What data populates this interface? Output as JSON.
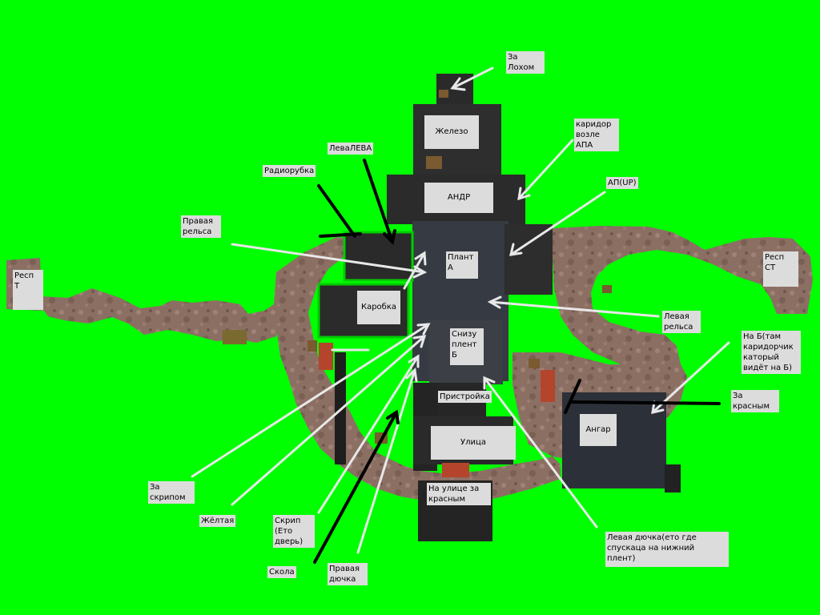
{
  "labels": {
    "za_lohom": "За\nЛохом",
    "zhelezo": "Железо",
    "karidor_vozle_apa": "каридор\nвозле\nАПА",
    "levaleva": "ЛеваЛЕВА",
    "radiorubka": "Радиорубка",
    "andr": "АНДР",
    "ap_up": "АП(UP)",
    "pravaya_relsa": "Правая\nрельса",
    "plant_a": "Плант\nА",
    "resp_st": "Респ\nСТ",
    "resp_t": "Респ\nТ",
    "karobka": "Каробка",
    "levaya_relsa": "Левая\nрельса",
    "snizu_plent_b": "Снизу\nплент\nБ",
    "na_b": "На Б(там\nкаридорчик\nкаторый\nвидёт на Б)",
    "pristroyka": "Пристройка",
    "za_krasnym": "За\nкрасным",
    "angar": "Ангар",
    "ulitsa": "Улица",
    "za_skripom": "За\nскрипом",
    "zheltaya": "Жёлтая",
    "na_ulitse_za_krasnym": "На улице за\nкрасным",
    "skrip": "Скрип\n(Ето\nдверь)",
    "skola": "Скола",
    "pravaya_dyuchka": "Правая\nдючка",
    "levaya_dyuchka": "Левая дючка(ето где\nспускаца на нижний\nплент)"
  }
}
